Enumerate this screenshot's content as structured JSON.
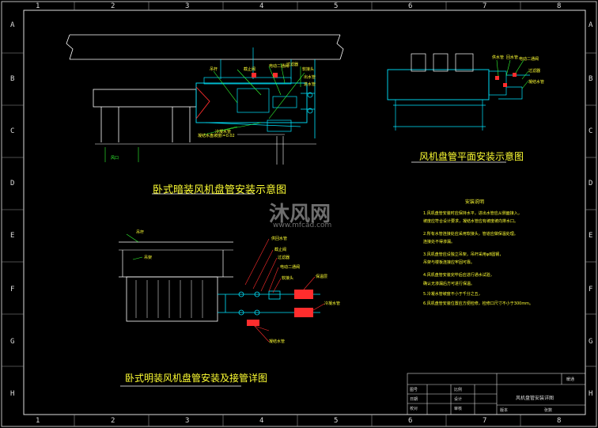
{
  "grid": {
    "columns": [
      "1",
      "2",
      "3",
      "4",
      "5",
      "6",
      "7",
      "8"
    ],
    "rows": [
      "A",
      "B",
      "C",
      "D",
      "E",
      "F",
      "G",
      "H"
    ]
  },
  "titles": {
    "side_view": "卧式暗装风机盘管安装示意图",
    "plan_view": "风机盘管平面安装示意图",
    "detail_view": "卧式明装风机盘管安装及接管详图"
  },
  "notes": {
    "heading": "安装说明",
    "lines": [
      "1.风机盘管安装时应保持水平，进出水管应从侧面接入，",
      "  坡度应符合设计要求，凝结水管应有坡度坡向排水口。",
      "2.所有水管连接处应采用软接头，管道应做保温处理。",
      "  连接处不得渗漏。",
      "3.风机盘管应设独立吊架，吊杆采用φ8圆钢，",
      "  吊架与楼板连接应牢固可靠。",
      "4.风机盘管安装完毕后应进行通水试验，",
      "  确认无渗漏后方可进行保温。",
      "5.冷凝水管坡度不小于千分之五，",
      "6.风机盘管安装位置应方便检修，检修口尺寸不小于300mm。"
    ]
  },
  "labels": {
    "side": [
      "截止阀",
      "电动二通阀",
      "过滤器",
      "软接头",
      "出水管",
      "进水管",
      "冷凝水管",
      "凝结水盘坡度i=0.02",
      "风口",
      "吊杆"
    ],
    "plan": [
      "供水管",
      "回水管",
      "电动二通阀",
      "过滤器",
      "凝结水管"
    ],
    "detail": [
      "吊杆",
      "吊架",
      "供回水管",
      "截止阀",
      "过滤器",
      "电动二通阀",
      "软接头",
      "保温层",
      "冷凝水管",
      "凝结水管"
    ]
  },
  "title_block": {
    "drawing_name": "风机盘管安装详图",
    "cells": [
      "图号",
      "比例",
      "日期",
      "设计",
      "校对",
      "审核",
      "版本",
      "张数"
    ],
    "mark": "暖通"
  },
  "watermark": {
    "brand": "沐风网",
    "url": "www.mfcad.com"
  },
  "colors": {
    "background": "#000000",
    "frame": "#ffffff",
    "equipment": "#00e5ff",
    "annotation": "#33ff33",
    "valve": "#ff2d2d",
    "text_yellow": "#ffff33"
  }
}
